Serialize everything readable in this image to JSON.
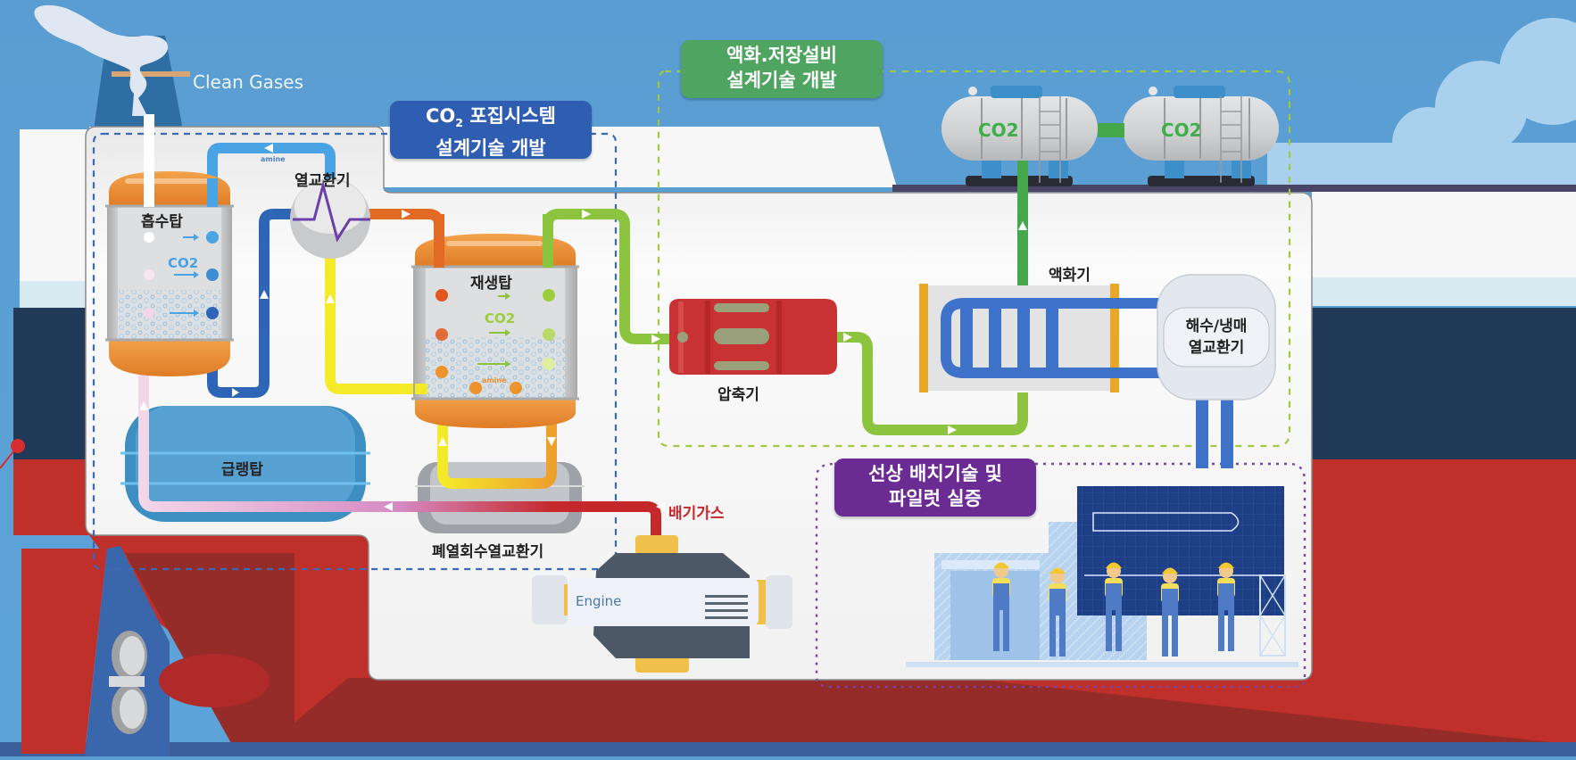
{
  "title": "Ship-based CO2 capture, liquefaction and storage system",
  "labels": {
    "clean_gases": "Clean Gases",
    "absorber": "흡수탑",
    "heat_exchanger": "열교환기",
    "regenerator": "재생탑",
    "cooling_tower": "급랭탑",
    "waste_heat_exchanger": "폐열회수열교환기",
    "exhaust_gas": "배기가스",
    "engine": "Engine",
    "compressor": "압축기",
    "liquefier": "액화기",
    "seawater_exchanger_line1": "해수/냉매",
    "seawater_exchanger_line2": "열교환기",
    "amine_top": "amine",
    "amine_regen": "amine",
    "co2_absorber": "CO2",
    "co2_regen": "CO2",
    "co2_tank_1": "CO2",
    "co2_tank_2": "CO2"
  },
  "badges": {
    "capture": {
      "line1_prefix": "CO",
      "line1_sub": "2",
      "line1_rest": " 포집시스템",
      "line2": "설계기술 개발",
      "color": "#2f5db2"
    },
    "liquefaction": {
      "line1": "액화.저장설비",
      "line2": "설계기술 개발",
      "color": "#4fa461"
    },
    "onboard": {
      "line1": "선상 배치기술 및",
      "line2": "파일럿 실증",
      "color": "#6a2b93"
    }
  },
  "colors": {
    "sky": "#5b9fd3",
    "hull_red": "#c0302a",
    "hull_dark_red": "#962c2a",
    "hull_navy": "#213a58",
    "water": "#3a5f9a",
    "pipe_lightblue": "#4aa3e4",
    "pipe_blue": "#2f65b6",
    "pipe_yellow": "#f5ea2a",
    "pipe_orange": "#e26a25",
    "pipe_green": "#8cc43f",
    "pipe_darkgreen": "#45a84a",
    "pipe_red": "#c4282a",
    "pipe_pink": "#e8b9d9"
  }
}
